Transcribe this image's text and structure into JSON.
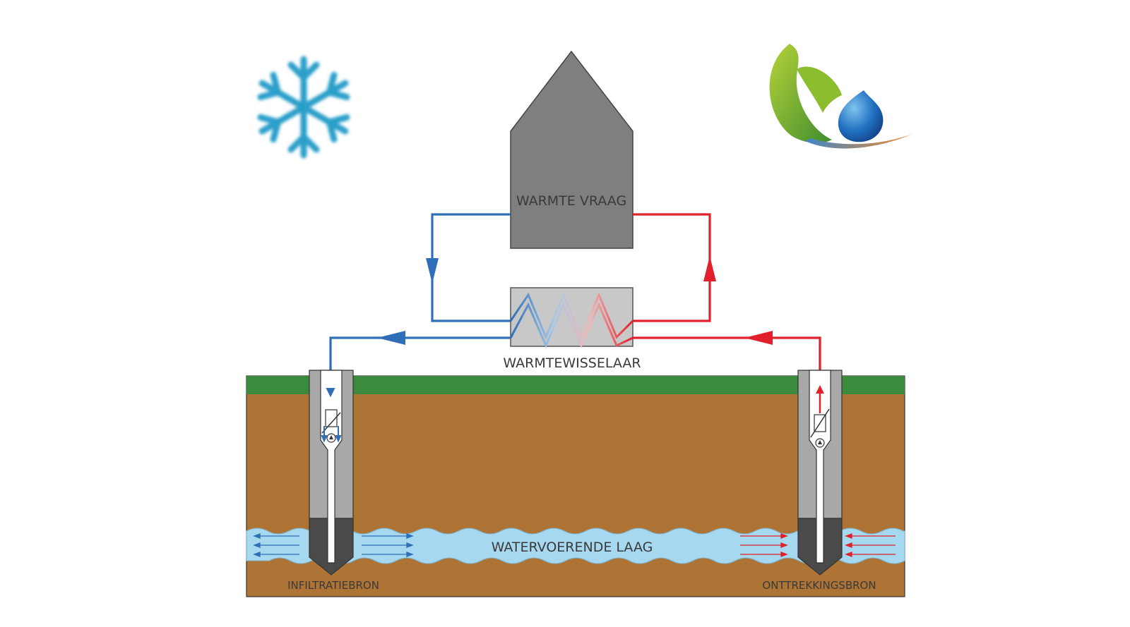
{
  "labels": {
    "warmte_vraag": "WARMTE VRAAG",
    "warmtewisselaar": "WARMTEWISSELAAR",
    "watervoerende_laag": "WATERVOERENDE LAAG",
    "infiltratiebron": "INFILTRATIEBRON",
    "onttrekkingsbron": "ONTTREKKINGSBRON"
  },
  "icons": {
    "left": "snowflake-icon",
    "right": "leaf-water-drop-logo"
  },
  "colors": {
    "cold": "#2e6fb8",
    "warm": "#e0202a",
    "house": "#7f7f7d",
    "grass": "#3c8a3e",
    "soil": "#ad7435",
    "aquifer": "#a6d8f0",
    "well_casing": "#a8a8a8"
  }
}
